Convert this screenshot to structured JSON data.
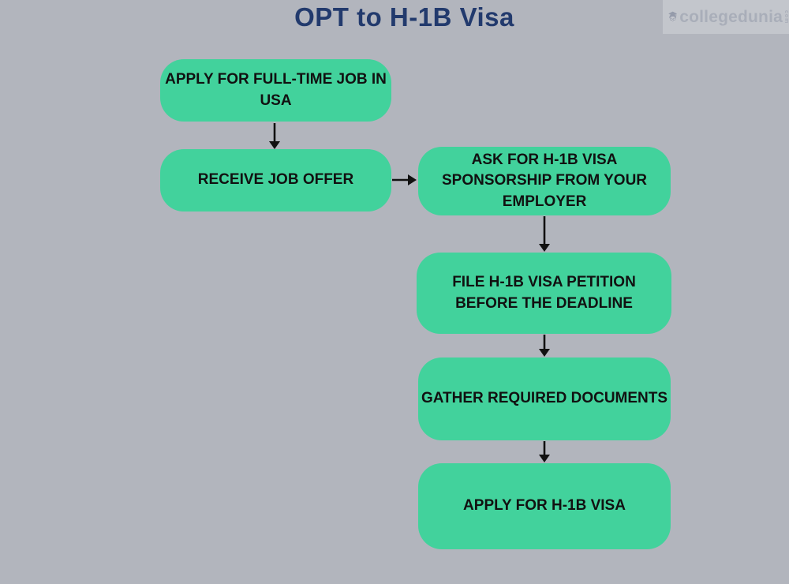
{
  "title": "OPT to H-1B Visa",
  "logo": {
    "brand": "collegedunia",
    "suffix": "com",
    "mascot": "student-with-graduation-cap-icon"
  },
  "flowchart": {
    "steps": [
      {
        "id": "apply-job",
        "label": "APPLY FOR FULL-TIME JOB IN\nUSA"
      },
      {
        "id": "receive-offer",
        "label": "RECEIVE JOB OFFER"
      },
      {
        "id": "ask-sponsorship",
        "label": "ASK FOR H-1B VISA\nSPONSORSHIP FROM YOUR\nEMPLOYER"
      },
      {
        "id": "file-petition",
        "label": "FILE H-1B VISA PETITION\nBEFORE THE DEADLINE"
      },
      {
        "id": "gather-documents",
        "label": "GATHER REQUIRED DOCUMENTS"
      },
      {
        "id": "apply-visa",
        "label": "APPLY FOR H-1B VISA"
      }
    ],
    "connections": [
      {
        "from": "apply-job",
        "to": "receive-offer",
        "direction": "down"
      },
      {
        "from": "receive-offer",
        "to": "ask-sponsorship",
        "direction": "right"
      },
      {
        "from": "ask-sponsorship",
        "to": "file-petition",
        "direction": "down"
      },
      {
        "from": "file-petition",
        "to": "gather-documents",
        "direction": "down"
      },
      {
        "from": "gather-documents",
        "to": "apply-visa",
        "direction": "down"
      }
    ]
  },
  "colors": {
    "background": "#b2b5bd",
    "node_fill": "#42d29c",
    "node_text": "#111111",
    "title_text": "#223a6d",
    "arrow": "#111111",
    "logo_panel": "#c3c6cc",
    "logo_text": "#a9aeb9"
  }
}
